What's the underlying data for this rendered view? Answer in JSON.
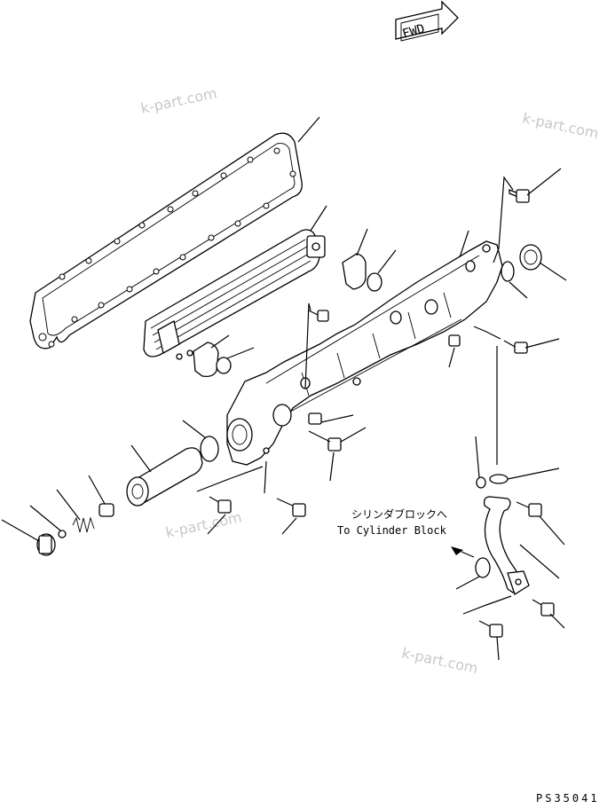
{
  "diagram": {
    "fwd_label": "FWD",
    "caption_jp": "シリンダブロックへ",
    "caption_en": "To Cylinder Block",
    "drawing_number": "PS35041",
    "watermarks": [
      "k-part.com",
      "k-part.com",
      "k-part.com",
      "k-part.com"
    ]
  },
  "colors": {
    "ink": "#000000",
    "watermark": "#c8c8c8",
    "background": "#ffffff"
  }
}
